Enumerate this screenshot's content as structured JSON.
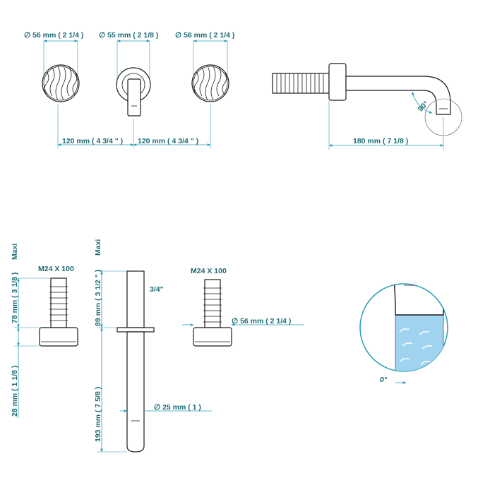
{
  "labels": {
    "dia_left": "∅ 56 mm ( 2 1/4 )",
    "dia_mid": "∅ 55 mm ( 2 1/8 )",
    "dia_right": "∅ 56 mm ( 2 1/4 )",
    "spacing_left": "120 mm ( 4 3/4 \" )",
    "spacing_right": "120 mm ( 4 3/4 \" )",
    "spout_length": "180 mm ( 7 1/8 )",
    "angle": "90°",
    "maxi_left": "Maxi",
    "maxi_mid": "Maxi",
    "thread_left": "M24 X 100",
    "thread_right": "M24 X 100",
    "h78": "78 mm ( 3 1/8 )",
    "h28": "28 mm ( 1 1/8 )",
    "h89": "89 mm ( 3 1/2 \" )",
    "h193": "193 mm ( 7 5/8 )",
    "pipe_size": "3/4\"",
    "dia_pipe": "∅ 25 mm ( 1 )",
    "dia_knob": "∅ 56 mm ( 2 1/4 )",
    "zero_angle": "0°"
  },
  "colors": {
    "dimension_text": "#1d6b74",
    "dimension_line": "#2a9db8",
    "water": "#9fd3ef",
    "outline": "#1a1a1a"
  }
}
